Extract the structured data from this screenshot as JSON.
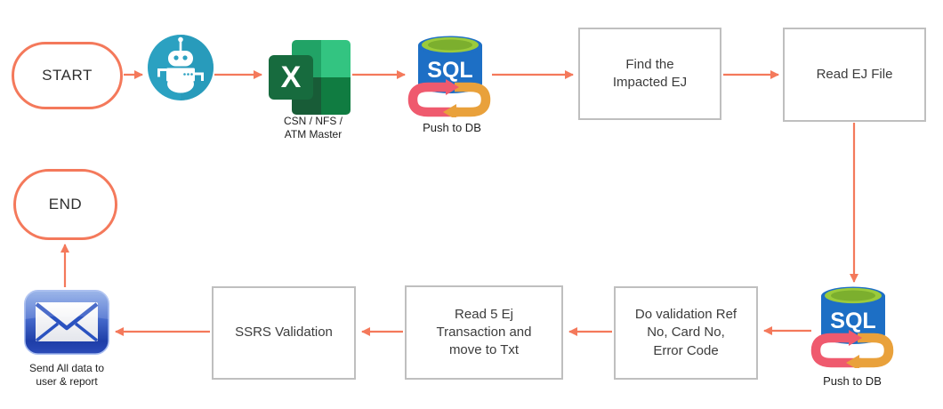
{
  "nodes": {
    "start": {
      "label": "START"
    },
    "robot": {
      "icon": "robot-icon"
    },
    "excel": {
      "logo_letter": "X",
      "caption": "CSN / NFS /\nATM Master"
    },
    "sql_push_top": {
      "logo_text": "SQL",
      "caption": "Push to DB"
    },
    "find_impacted_ej": {
      "label": "Find the\nImpacted EJ"
    },
    "read_ej_file": {
      "label": "Read EJ File"
    },
    "sql_push_bottom": {
      "logo_text": "SQL",
      "caption": "Push to DB"
    },
    "do_validation": {
      "label": "Do validation Ref\nNo, Card No,\nError Code"
    },
    "read_5_ej": {
      "label": "Read 5 Ej\nTransaction and\nmove to Txt"
    },
    "ssrs_validation": {
      "label": "SSRS Validation"
    },
    "send_email": {
      "caption": "Send All data to\nuser & report"
    },
    "end": {
      "label": "END"
    }
  },
  "colors": {
    "arrow": "#F4795B",
    "terminator_border": "#F4795B",
    "process_border": "#BFBFBF",
    "process_text": "#3C3C3C",
    "robot_teal": "#2BA1C1",
    "excel_green": "#21A366",
    "excel_green_light": "#33C481",
    "excel_green_dark": "#185C37",
    "excel_green_deep": "#107C41",
    "excel_front_tile": "#176B3E",
    "sql_cylinder_blue": "#1D6FC5",
    "sql_top_lime": "#9BCB3B",
    "sync_arrow_red": "#EF5A6E",
    "sync_arrow_orange": "#E9A13B",
    "email_blue_dark": "#1E3EA8",
    "email_blue_light": "#8AA9E6"
  }
}
